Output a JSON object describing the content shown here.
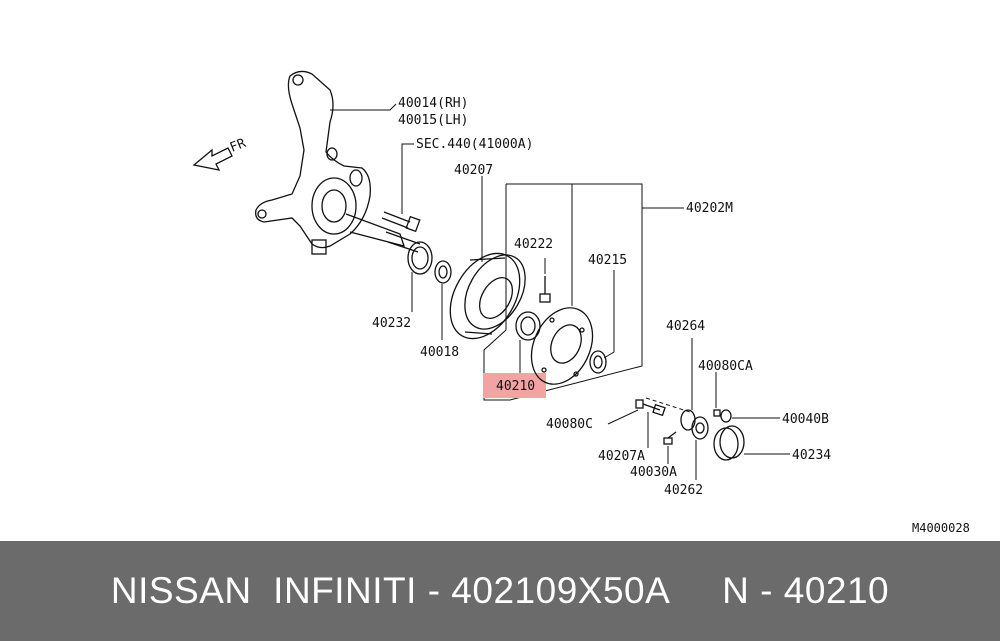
{
  "colors": {
    "background": "#ffffff",
    "caption_bar": "#6b6b6b",
    "caption_text": "#ffffff",
    "highlight": "#f4a3a3",
    "line": "#111111"
  },
  "diagram": {
    "direction_label": "FR",
    "drawing_code": "M4000028",
    "labels": {
      "knuckle_rh": "40014(RH)",
      "knuckle_lh": "40015(LH)",
      "sec": "SEC.440(41000A)",
      "rotor": "40207",
      "hub_assy": "40202M",
      "bolt_40222": "40222",
      "seal_40215": "40215",
      "ring_40232": "40232",
      "washer_40018": "40018",
      "bearing_40210": "40210",
      "cotter_40264": "40264",
      "nut_40080CA": "40080CA",
      "washer_40040B": "40040B",
      "bolt_40080C": "40080C",
      "pin_40207A": "40207A",
      "cap_40234": "40234",
      "bolt_40030A": "40030A",
      "nut_40262": "40262"
    }
  },
  "caption": {
    "text": "NISSAN  INFINITI - 402109X50A     N - 40210"
  }
}
